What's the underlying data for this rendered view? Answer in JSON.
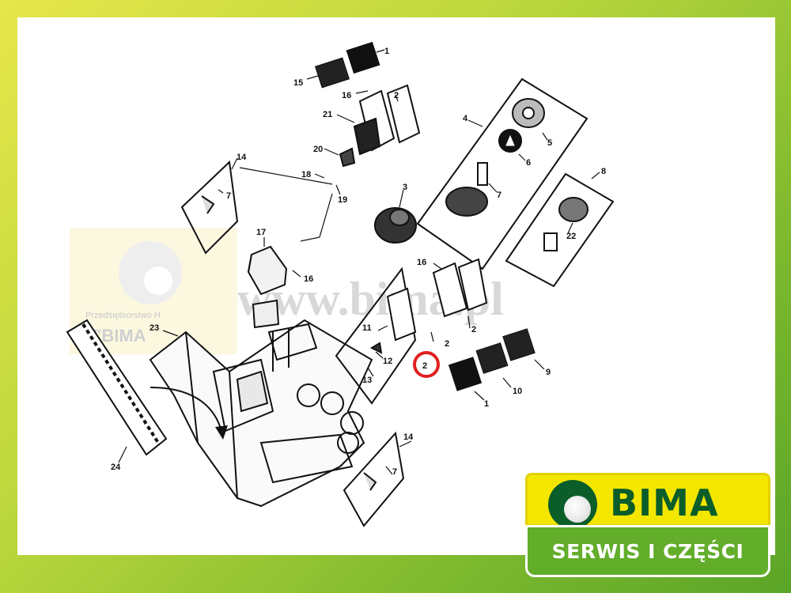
{
  "watermark": {
    "url": "www.bima.pl",
    "company_line": "Przedsiębiorstwo H",
    "company_name": "\"BIMA"
  },
  "callouts": {
    "n1_top": "1",
    "n15": "15",
    "n16_top": "16",
    "n2_top": "2",
    "n21": "21",
    "n20": "20",
    "n18": "18",
    "n19": "19",
    "n14_left": "14",
    "n7_left": "7",
    "n4": "4",
    "n5": "5",
    "n6": "6",
    "n7_mid": "7",
    "n3": "3",
    "n8": "8",
    "n22": "22",
    "n17": "17",
    "n16_mid": "16",
    "n16_right": "16",
    "n23": "23",
    "n11": "11",
    "n12": "12",
    "n13": "13",
    "n2_circled": "2",
    "n2_a": "2",
    "n2_b": "2",
    "n9": "9",
    "n10": "10",
    "n1_bottom": "1",
    "n24": "24",
    "n14_bottom": "14",
    "n7_bottom": "7"
  },
  "highlight_color": "#e02020",
  "logo": {
    "brand": "BIMA",
    "slogan": "SERWIS I CZĘŚCI",
    "colors": {
      "yellow": "#f3e600",
      "green": "#62ad2a",
      "dark_green": "#0b5d2a"
    }
  }
}
